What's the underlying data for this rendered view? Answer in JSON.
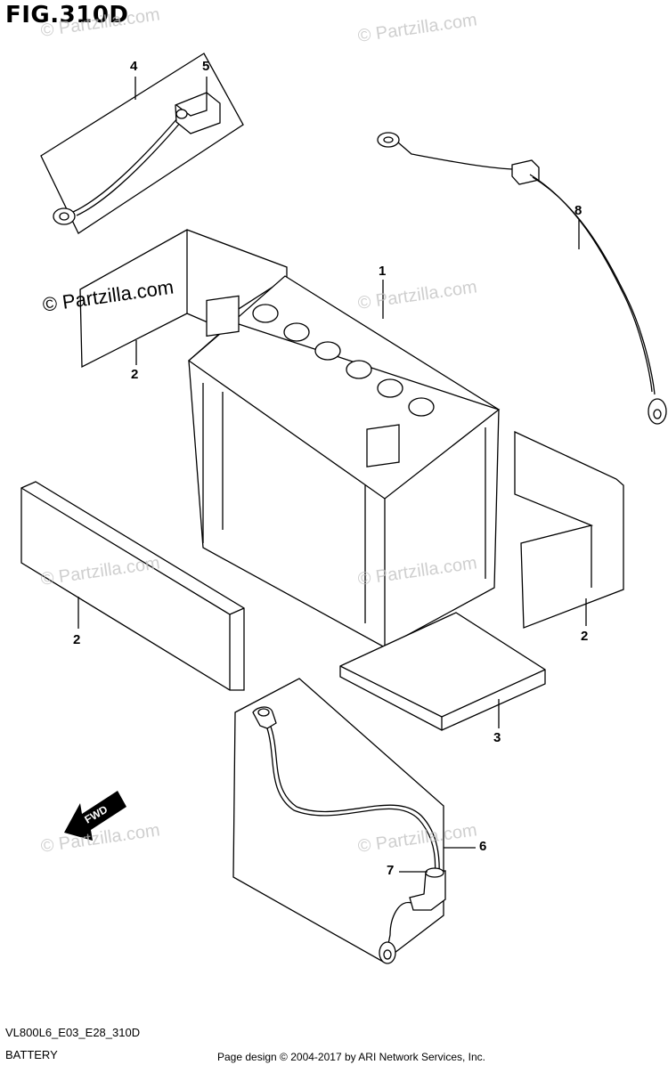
{
  "figure": {
    "title": "FIG.310D",
    "code": "VL800L6_E03_E28_310D",
    "name": "BATTERY",
    "copyright": "Page design © 2004-2017 by ARI Network Services, Inc."
  },
  "callouts": [
    {
      "id": "c1",
      "label": "1"
    },
    {
      "id": "c2a",
      "label": "2"
    },
    {
      "id": "c2b",
      "label": "2"
    },
    {
      "id": "c2c",
      "label": "2"
    },
    {
      "id": "c3",
      "label": "3"
    },
    {
      "id": "c4",
      "label": "4"
    },
    {
      "id": "c5",
      "label": "5"
    },
    {
      "id": "c6",
      "label": "6"
    },
    {
      "id": "c7",
      "label": "7"
    },
    {
      "id": "c8",
      "label": "8"
    }
  ],
  "watermark": {
    "text": "© Partzilla.com"
  },
  "direction_arrow": {
    "label": "FWD"
  }
}
